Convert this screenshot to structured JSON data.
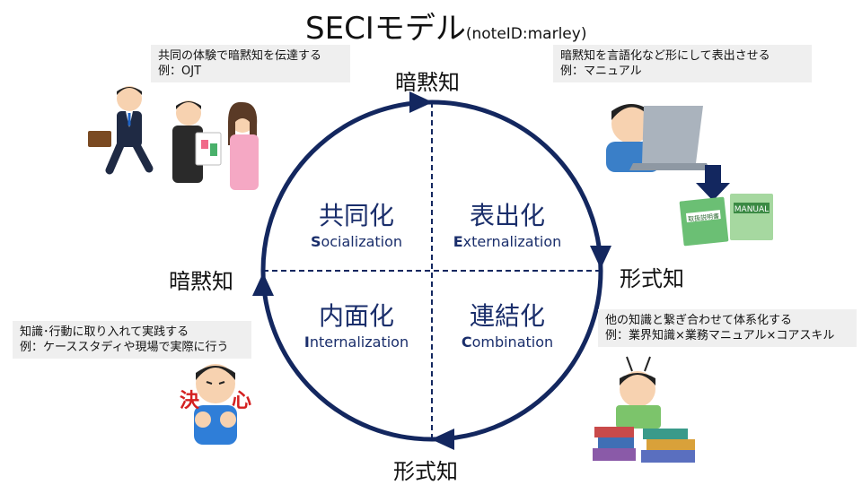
{
  "title": {
    "main": "SECIモデル",
    "sub": "(noteID:marley)"
  },
  "poles": {
    "top": "暗黙知",
    "left": "暗黙知",
    "right": "形式知",
    "bottom": "形式知"
  },
  "quadrants": {
    "socialization": {
      "jp": "共同化",
      "initial": "S",
      "rest": "ocialization"
    },
    "externalization": {
      "jp": "表出化",
      "initial": "E",
      "rest": "xternalization"
    },
    "internalization": {
      "jp": "内面化",
      "initial": "I",
      "rest": "nternalization"
    },
    "combination": {
      "jp": "連結化",
      "initial": "C",
      "rest": "ombination"
    }
  },
  "notes": {
    "socialization": {
      "line1": "共同の体験で暗黙知を伝達する",
      "line2": "例：OJT"
    },
    "externalization": {
      "line1": "暗黙知を言語化など形にして表出させる",
      "line2": "例：マニュアル"
    },
    "internalization": {
      "line1": "知識･行動に取り入れて実践する",
      "line2": "例：ケーススタディや現場で実際に行う"
    },
    "combination": {
      "line1": "他の知識と繋ぎ合わせて体系化する",
      "line2": "例：業界知識×業務マニュアル×コアスキル"
    }
  },
  "illustrations": {
    "manual_left": "取扱説明書",
    "manual_right": "MANUAL",
    "resolve_left": "決",
    "resolve_right": "心"
  },
  "colors": {
    "cycle": "#13275f",
    "text_accent": "#1a2e6b",
    "note_bg": "#efefef"
  }
}
